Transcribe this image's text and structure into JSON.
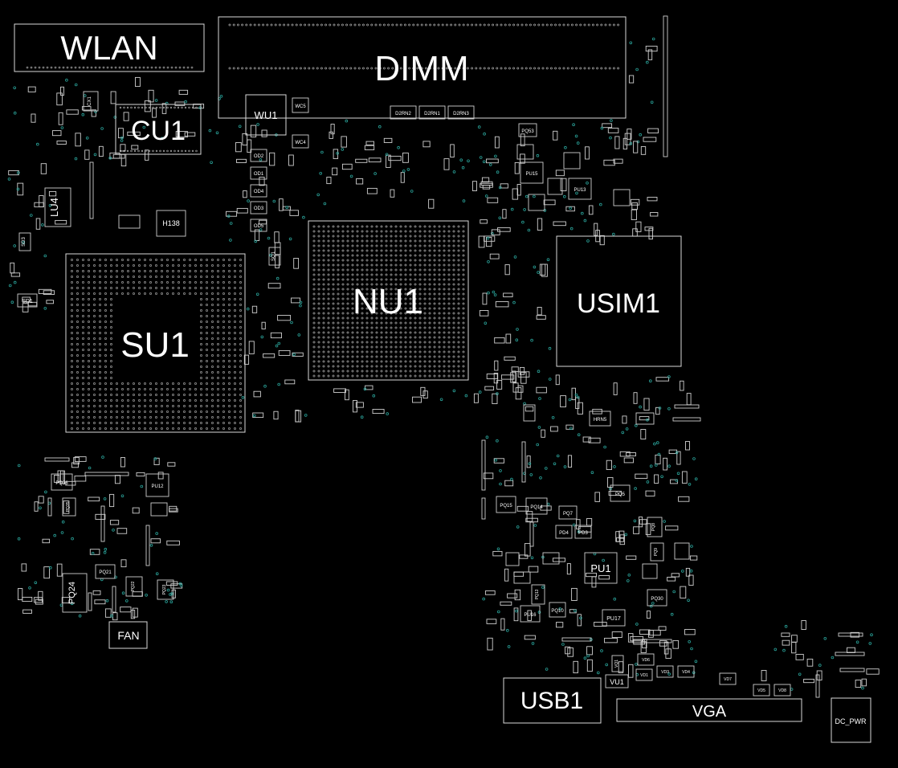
{
  "diagram": {
    "background_color": "#000000",
    "outline_color": "#d9d9d9",
    "via_color": "#2aa39a",
    "label_color": "#ffffff",
    "labels": {
      "wlan": "WLAN",
      "dimm": "DIMM",
      "cu1": "CU1",
      "wu1": "WU1",
      "wc5": "WC5",
      "wc4": "WC4",
      "cx1": "CX1",
      "lu4": "LU4",
      "h138": "H138",
      "sd3": "SD3",
      "sd1": "SD1",
      "su1": "SU1",
      "nu1": "NU1",
      "usim1": "USIM1",
      "d2rn2": "D2RN2",
      "d2rn1": "D2RN1",
      "d2rn3": "D2RN3",
      "pq53": "PQ53",
      "pu15": "PU15",
      "pu13": "PU13",
      "od2": "OD2",
      "od1": "OD1",
      "od4": "OD4",
      "od3": "OD3",
      "od5": "OD5",
      "sq1": "SQ1",
      "hrn5": "HRN5",
      "pq36": "PQ36",
      "pu12": "PU12",
      "pq35": "PQ35",
      "pq24": "PQ24",
      "pq21": "PQ21",
      "pq22": "PQ22",
      "pq23": "PQ23",
      "fan": "FAN",
      "pq15": "PQ15",
      "pq14": "PQ14",
      "pq7": "PQ7",
      "pq5": "PQ5",
      "pd4": "PD4",
      "pd3": "PD3",
      "pq8": "PQ8",
      "pq9": "PQ9",
      "pu1": "PU1",
      "pq30": "PQ30",
      "pq13": "PQ13",
      "pu16": "PU16",
      "pq10": "PQ10",
      "pu17": "PU17",
      "vq1": "VQ1",
      "vd6": "VD6",
      "vd1": "VD1",
      "vd3": "VD3",
      "vd4": "VD4",
      "vu1": "VU1",
      "vd7": "VD7",
      "vd5": "VD5",
      "vd8": "VD8",
      "usb1": "USB1",
      "vga": "VGA",
      "dc_pwr": "DC_PWR"
    }
  }
}
